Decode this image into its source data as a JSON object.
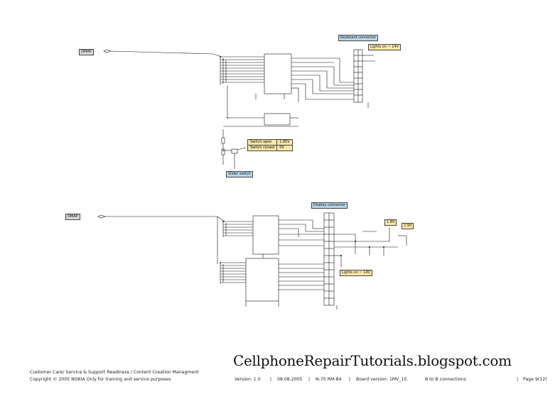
{
  "top": {
    "omap_tag": "OMAP",
    "keyboard_connector": "Keyboard connector",
    "lights_on": "Lights on ~ 14V",
    "slider_switch": "Slider switch",
    "switch_table": [
      {
        "state": "Switch open",
        "value": "1.85V"
      },
      {
        "state": "Switch closed",
        "value": "0V"
      }
    ]
  },
  "bottom": {
    "omap_tag": "OMAP",
    "display_connector": "Display connector",
    "v18": "1.8V",
    "v29": "2.9V",
    "lights_on": "Lights on ~ 14V"
  },
  "watermark": "CellphoneRepairTutorials.blogspot.com",
  "footer": {
    "line1": "Customer Care/ Service & Support Readiness / Content Creation Managment",
    "line2": "Copyright © 2005 NOKIA   Only for training and service purposes",
    "version": "Version: 1.0",
    "date": "08.08.2005",
    "model": "N-70 RM-84",
    "board": "Board version: 1MV_15",
    "section": "B to B connections",
    "page": "Page 9(12)"
  }
}
